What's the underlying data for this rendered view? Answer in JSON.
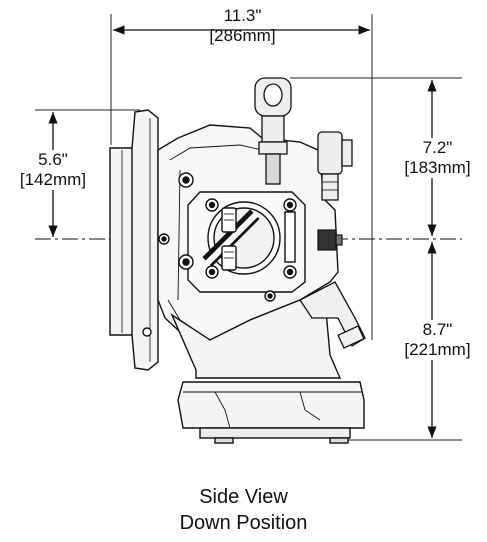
{
  "dimensions": {
    "width": {
      "in": "11.3\"",
      "mm": "[286mm]"
    },
    "left_height": {
      "in": "5.6\"",
      "mm": "[142mm]"
    },
    "upper_right": {
      "in": "7.2\"",
      "mm": "[183mm]"
    },
    "lower_right": {
      "in": "8.7\"",
      "mm": "[221mm]"
    }
  },
  "caption": {
    "line1": "Side View",
    "line2": "Down Position"
  }
}
